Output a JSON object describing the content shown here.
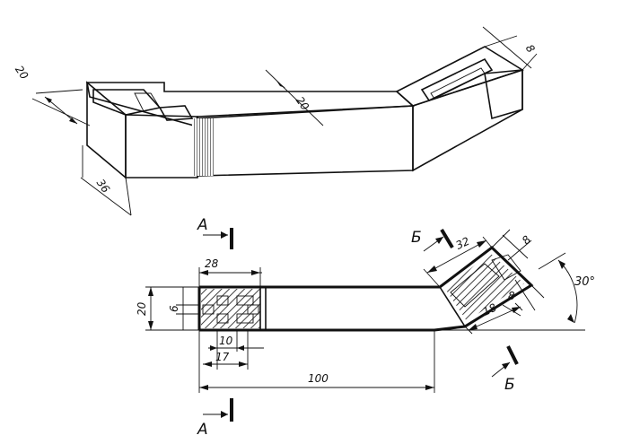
{
  "iso_view": {
    "dimensions": {
      "left_width": "20",
      "front_width": "36",
      "bar_width": "20",
      "end_width": "8"
    }
  },
  "plan_view": {
    "section_marks": {
      "a_top": "А",
      "a_bottom": "А",
      "b_top": "Б",
      "b_bottom": "Б"
    },
    "dimensions": {
      "overall_length": "100",
      "height": "20",
      "left_block_width": "28",
      "slot_height": "6",
      "inner_width": "10",
      "offset_width": "17",
      "end_length": "32",
      "end_width_top": "8",
      "end_width_side": "8",
      "end_slot_length": "18",
      "bend_angle": "30°"
    }
  }
}
